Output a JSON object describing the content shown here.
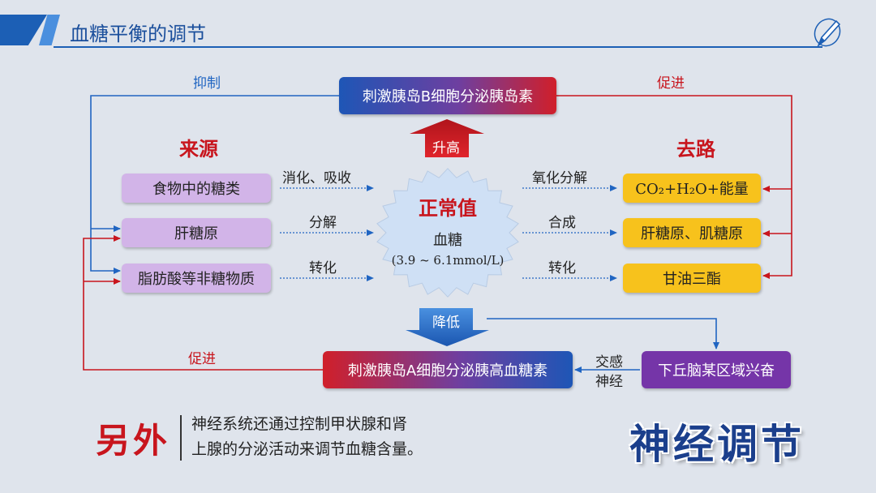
{
  "header": {
    "title": "血糖平衡的调节"
  },
  "top_box": "刺激胰岛B细胞分泌胰岛素",
  "bottom_box": "刺激胰岛A细胞分泌胰高血糖素",
  "hypothalamus_box": "下丘脑某区域兴奋",
  "labels": {
    "inhibit": "抑制",
    "promote_top": "促进",
    "promote_bottom": "促进",
    "rise": "升高",
    "fall": "降低",
    "sympathetic_line1": "交感",
    "sympathetic_line2": "神经"
  },
  "sources": {
    "heading": "来源",
    "items": [
      {
        "name": "食物中的糖类",
        "process": "消化、吸收"
      },
      {
        "name": "肝糖原",
        "process": "分解"
      },
      {
        "name": "脂肪酸等非糖物质",
        "process": "转化"
      }
    ]
  },
  "destinations": {
    "heading": "去路",
    "items": [
      {
        "name": "CO₂+H₂O+能量",
        "process": "氧化分解"
      },
      {
        "name": "肝糖原、肌糖原",
        "process": "合成"
      },
      {
        "name": "甘油三酯",
        "process": "转化"
      }
    ]
  },
  "center": {
    "title": "正常值",
    "subtitle": "血糖",
    "range": "(3.9 ~ 6.1mmol/L)"
  },
  "bottom": {
    "also": "另外",
    "note_line1": "神经系统还通过控制甲状腺和肾",
    "note_line2": "上腺的分泌活动来调节血糖含量。",
    "nerve_regulation": "神经调节"
  },
  "colors": {
    "blue": "#2065c2",
    "red": "#c8151d",
    "purple": "#7535a8",
    "source_fill": "#d2b4e8",
    "dest_fill": "#f7c21c"
  }
}
